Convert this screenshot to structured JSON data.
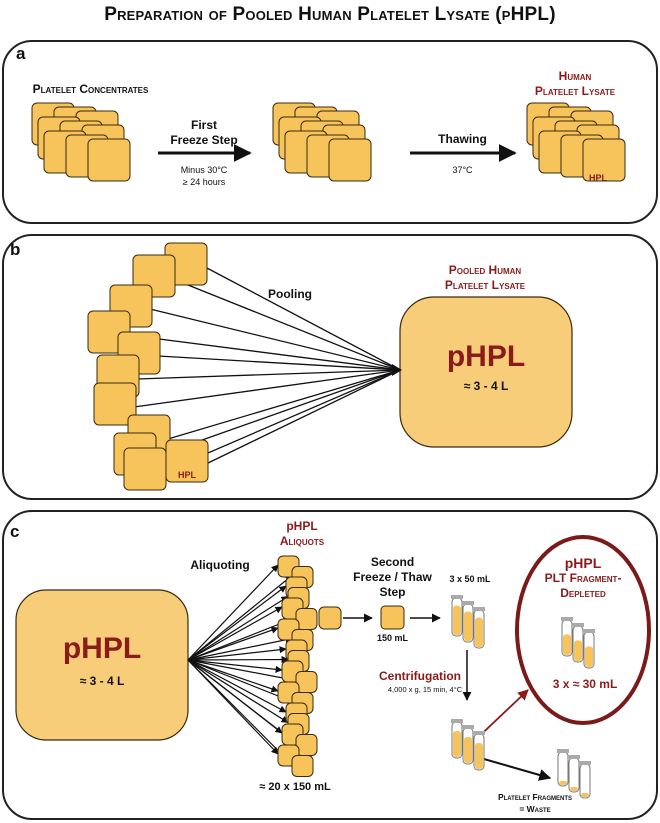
{
  "title": "Preparation of Pooled Human Platelet Lysate (pHPL)",
  "colors": {
    "bag_fill": "#f6c45a",
    "bag_stroke": "#3a2a10",
    "big_fill": "#f8cd7a",
    "accent": "#8b1a1a",
    "panel_border": "#222222"
  },
  "panel_a": {
    "label": "a",
    "platelet_concentrates": "Platelet Concentrates",
    "step1_line1": "First",
    "step1_line2": "Freeze Step",
    "step1_cond1": "Minus 30°C",
    "step1_cond2": "≥ 24 hours",
    "step2_label": "Thawing",
    "step2_cond": "37°C",
    "hpl_title1": "Human",
    "hpl_title2": "Platelet Lysate",
    "hpl_bag": "HPL"
  },
  "panel_b": {
    "label": "b",
    "pooling": "Pooling",
    "pooled_title1": "Pooled Human",
    "pooled_title2": "Platelet Lysate",
    "big_label": "pHPL",
    "volume": "≈ 3 - 4 L",
    "hpl_bag": "HPL"
  },
  "panel_c": {
    "label": "c",
    "aliquoting": "Aliquoting",
    "aliquots_title1": "pHPL",
    "aliquots_title2": "Aliquots",
    "big_label": "pHPL",
    "volume": "≈ 3 - 4 L",
    "aliquot_count": "≈ 20 x 150 mL",
    "second_freeze1": "Second",
    "second_freeze2": "Freeze / Thaw",
    "second_freeze3": "Step",
    "bag_volume": "150 mL",
    "tubes_label": "3 x 50 mL",
    "centrifugation": "Centrifugation",
    "centrifugation_cond": "4,000 x g, 15 min, 4°C",
    "depleted_title1": "pHPL",
    "depleted_title2": "PLT Fragment-",
    "depleted_title3": "Depleted",
    "depleted_volume": "3 x ≈ 30 mL",
    "waste1": "Platelet Fragments",
    "waste2": "= Waste"
  }
}
